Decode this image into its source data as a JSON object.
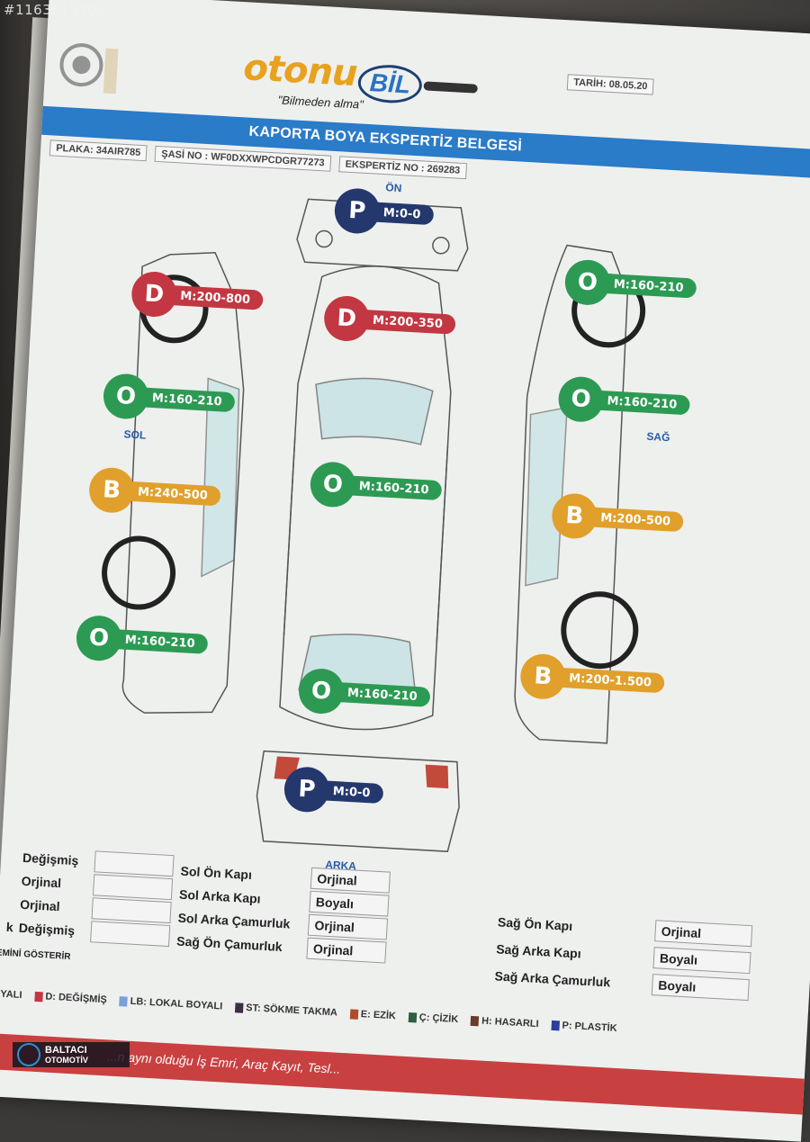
{
  "watermark_id": "#1163615702",
  "logo": {
    "main": "otonu",
    "bil": "BİL",
    "slogan": "\"Bilmeden alma\""
  },
  "document": {
    "title": "KAPORTA BOYA EKSPERTİZ BELGESİ",
    "plate_label": "PLAKA",
    "plate_value": "34AIR785",
    "chassis_label": "ŞASİ NO :",
    "chassis_value": "WF0DXXWPCDGR77273",
    "expertise_label": "EKSPERTİZ NO :",
    "expertise_value": "269283",
    "date_label": "TARİH:",
    "date_value": "08.05.20"
  },
  "orientation": {
    "front": "ÖN",
    "rear": "ARKA",
    "left": "SOL",
    "right": "SAĞ"
  },
  "badges": [
    {
      "id": "front-bumper",
      "letter": "P",
      "range": "M:0-0",
      "color": "#24386e"
    },
    {
      "id": "hood",
      "letter": "D",
      "range": "M:200-350",
      "color": "#c23742"
    },
    {
      "id": "roof",
      "letter": "O",
      "range": "M:160-210",
      "color": "#2c9a53"
    },
    {
      "id": "trunk",
      "letter": "O",
      "range": "M:160-210",
      "color": "#2c9a53"
    },
    {
      "id": "rear-bumper",
      "letter": "P",
      "range": "M:0-0",
      "color": "#24386e"
    },
    {
      "id": "left-front-fender",
      "letter": "D",
      "range": "M:200-800",
      "color": "#c23742"
    },
    {
      "id": "left-front-door",
      "letter": "O",
      "range": "M:160-210",
      "color": "#2c9a53"
    },
    {
      "id": "left-rear-door",
      "letter": "B",
      "range": "M:240-500",
      "color": "#e1a02b"
    },
    {
      "id": "left-rear-fender",
      "letter": "O",
      "range": "M:160-210",
      "color": "#2c9a53"
    },
    {
      "id": "right-front-fender",
      "letter": "O",
      "range": "M:160-210",
      "color": "#2c9a53"
    },
    {
      "id": "right-front-door",
      "letter": "O",
      "range": "M:160-210",
      "color": "#2c9a53"
    },
    {
      "id": "right-rear-door",
      "letter": "B",
      "range": "M:200-500",
      "color": "#e1a02b"
    },
    {
      "id": "right-rear-fender",
      "letter": "B",
      "range": "M:200-1.500",
      "color": "#e1a02b"
    }
  ],
  "table": {
    "col1": [
      "Değişmiş",
      "Orjinal",
      "Orjinal",
      "Değişmiş"
    ],
    "col2_labels": [
      "Sol Ön Kapı",
      "Sol Arka Kapı",
      "Sol Arka Çamurluk",
      "Sağ Ön Çamurluk"
    ],
    "col2_values": [
      "Orjinal",
      "Boyalı",
      "Orjinal",
      "Orjinal"
    ],
    "col3_labels": [
      "Sağ Ön Kapı",
      "Sağ Arka Kapı",
      "Sağ Arka Çamurluk"
    ],
    "col3_values": [
      "Orjinal",
      "Boyalı",
      "Boyalı"
    ],
    "left_cut_prefix": "k",
    "note": "...ÇEMİNİ GÖSTERİR"
  },
  "legend": [
    {
      "label": "...OYALI",
      "color": ""
    },
    {
      "label": "D: DEĞİŞMİŞ",
      "color": "#c23742"
    },
    {
      "label": "LB: LOKAL BOYALI",
      "color": "#7aa0d8"
    },
    {
      "label": "ST: SÖKME TAKMA",
      "color": "#3a2e45"
    },
    {
      "label": "E: EZİK",
      "color": "#b04a2a"
    },
    {
      "label": "Ç: ÇİZİK",
      "color": "#2f5f3f"
    },
    {
      "label": "H: HASARLI",
      "color": "#6a3a2a"
    },
    {
      "label": "P: PLASTİK",
      "color": "#2a3f9a"
    }
  ],
  "footer_text": "...n aynı olduğu İş Emri, Araç Kayıt, Tesl...",
  "dealer": {
    "name": "BALTACI",
    "sub": "OTOMOTİV"
  }
}
